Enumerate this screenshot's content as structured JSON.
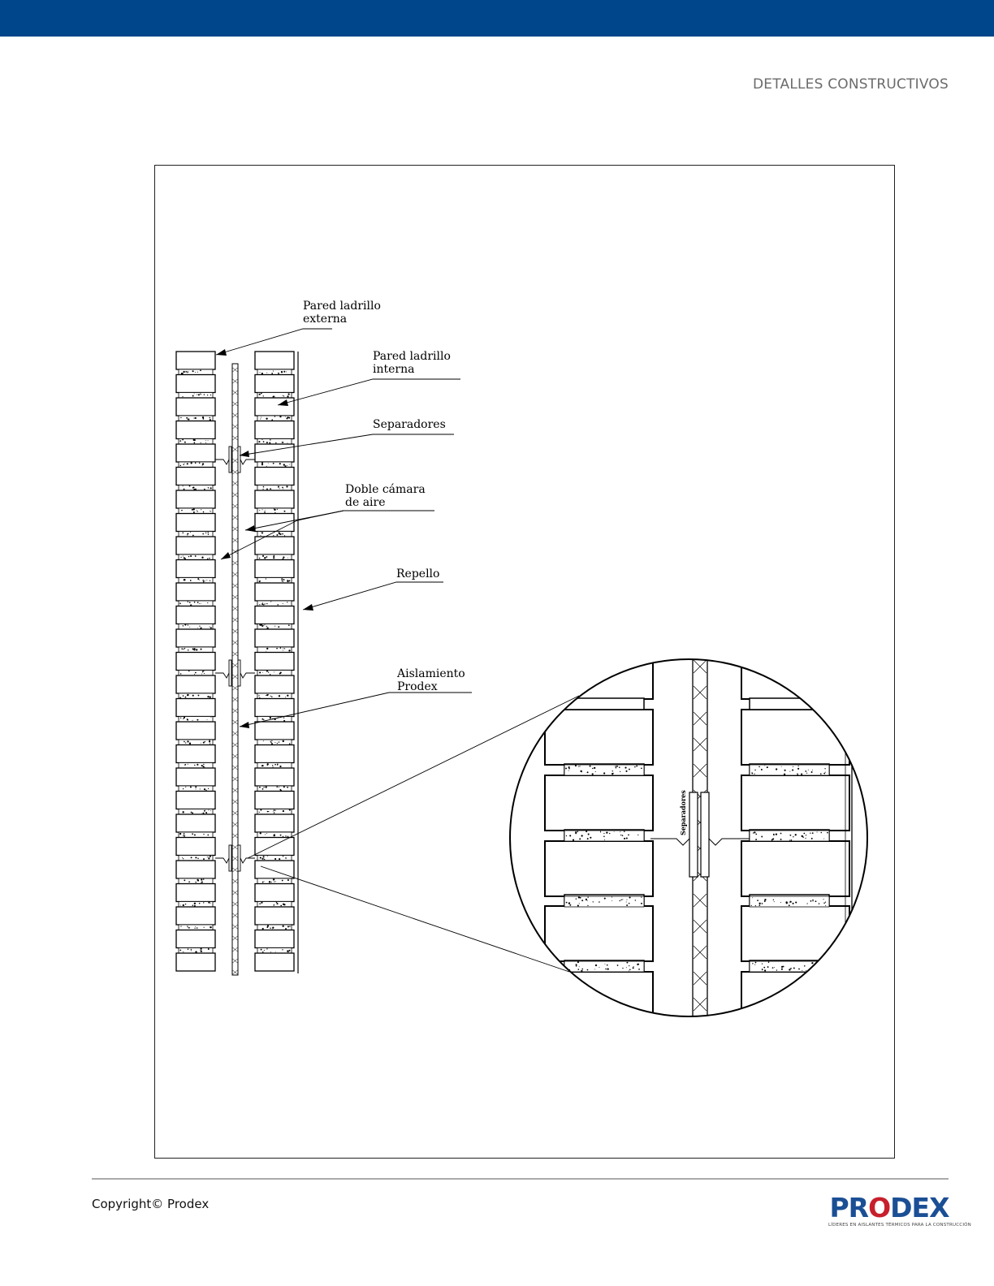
{
  "header": {
    "section_title": "DETALLES CONSTRUCTIVOS",
    "bar_color": "#00468b"
  },
  "diagram": {
    "labels": {
      "pared_externa_line1": "Pared ladrillo",
      "pared_externa_line2": "externa",
      "pared_interna_line1": "Pared ladrillo",
      "pared_interna_line2": "interna",
      "separadores": "Separadores",
      "camara_line1": "Doble cámara",
      "camara_line2": "de aire",
      "repello": "Repello",
      "aislamiento_line1": "Aislamiento",
      "aislamiento_line2": "Prodex",
      "detail_separadores": "Separadores"
    }
  },
  "footer": {
    "copyright": "Copyright© Prodex",
    "logo_word_pre": "PR",
    "logo_word_o": "O",
    "logo_word_post": "DEX",
    "logo_tagline": "LÍDERES EN AISLANTES TÉRMICOS PARA LA CONSTRUCCIÓN",
    "logo_blue": "#1b4f95",
    "logo_red": "#c7202c"
  }
}
